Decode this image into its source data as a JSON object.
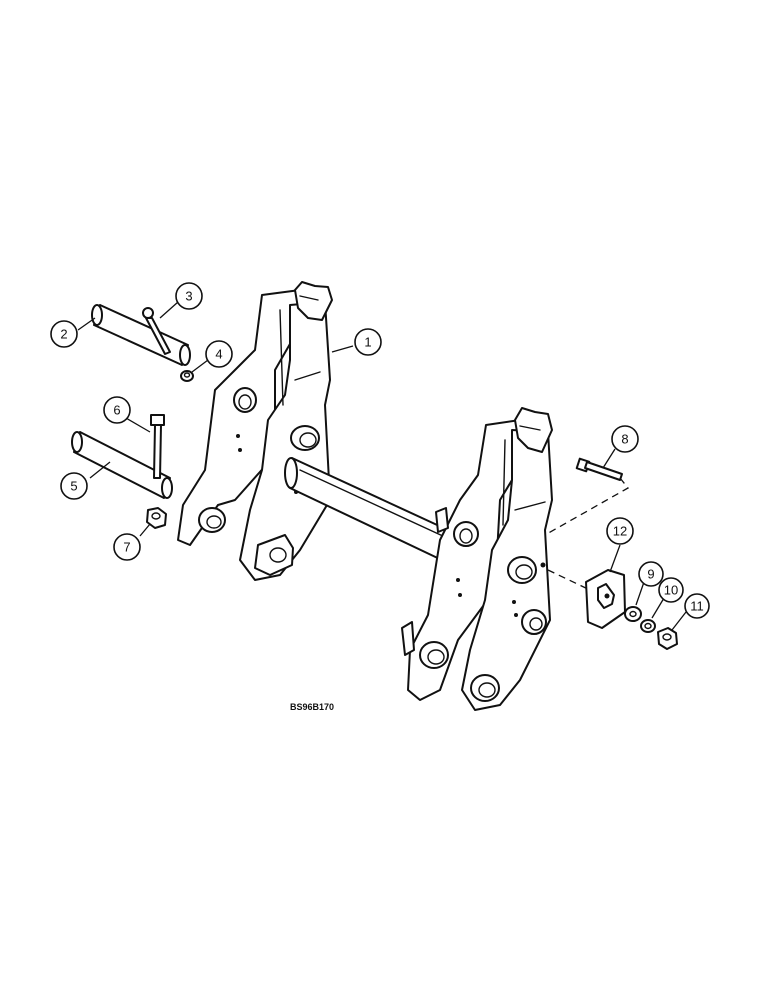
{
  "diagram": {
    "reference_code": "BS96B170",
    "callouts": [
      {
        "id": "1",
        "part": "frame-bracket"
      },
      {
        "id": "2",
        "part": "pin-upper"
      },
      {
        "id": "3",
        "part": "bolt-upper"
      },
      {
        "id": "4",
        "part": "nut-upper"
      },
      {
        "id": "5",
        "part": "pin-lower"
      },
      {
        "id": "6",
        "part": "bolt-lower"
      },
      {
        "id": "7",
        "part": "nut-lower"
      },
      {
        "id": "8",
        "part": "bolt-plate"
      },
      {
        "id": "9",
        "part": "washer"
      },
      {
        "id": "10",
        "part": "lock-washer"
      },
      {
        "id": "11",
        "part": "nut-plate"
      },
      {
        "id": "12",
        "part": "plate"
      }
    ]
  }
}
